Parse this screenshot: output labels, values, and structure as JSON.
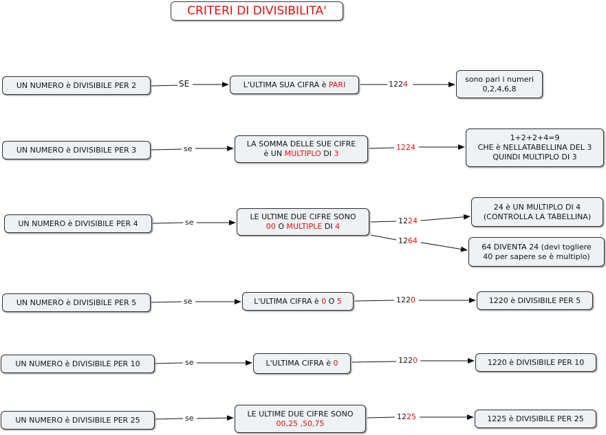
{
  "title": "CRITERI DI DIVISIBILITA'",
  "colors": {
    "highlight": "#e01010",
    "node_fill": "#eef2f4",
    "node_border": "#2b2b2b"
  },
  "rows": [
    {
      "rule": "UN NUMERO è DIVISIBILE PER 2",
      "connector": "SE",
      "condition": {
        "l1a": "L'ULTIMA SUA CIFRA è ",
        "l1b": "PARI"
      },
      "examples": [
        {
          "label_a": "122",
          "label_b": "4",
          "result": [
            "sono pari i numeri",
            "0,2,4,6,8"
          ]
        }
      ]
    },
    {
      "rule": "UN NUMERO è DIVISIBILE PER 3",
      "connector": "se",
      "condition": {
        "l1": "LA SOMMA DELLE SUE CIFRE",
        "l2a": "è UN ",
        "l2b": "MULTIPLO",
        "l2c": " DI ",
        "l2d": "3"
      },
      "examples": [
        {
          "label_a": "",
          "label_b": "1224",
          "result": [
            "1+2+2+4=9",
            "CHE è NELLATABELLINA DEL 3",
            "QUINDI MULTIPLO DI 3"
          ]
        }
      ]
    },
    {
      "rule": "UN NUMERO è DIVISIBILE PER 4",
      "connector": "se",
      "condition": {
        "l1": "LE ULTIME DUE CIFRE SONO",
        "l2a": "00",
        "l2b": " O ",
        "l2c": "MULTIPLE",
        "l2d": " DI ",
        "l2e": "4"
      },
      "examples": [
        {
          "label_a": "12",
          "label_b": "24",
          "result": [
            "24 è UN MULTIPLO DI 4",
            "(CONTROLLA LA TABELLINA)"
          ]
        },
        {
          "label_a": "12",
          "label_b": "64",
          "result": [
            "64 DIVENTA 24 (devi togliere",
            "40 per sapere se è multiplo)"
          ]
        }
      ]
    },
    {
      "rule": "UN NUMERO è DIVISIBILE PER 5",
      "connector": "se",
      "condition": {
        "l1a": "L'ULTIMA CIFRA è ",
        "l1b": "0",
        "l1c": " O ",
        "l1d": "5"
      },
      "examples": [
        {
          "label_a": "122",
          "label_b": "0",
          "result": [
            "1220 è DIVISIBILE PER 5"
          ]
        }
      ]
    },
    {
      "rule": "UN NUMERO è DIVISIBILE PER 10",
      "connector": "se",
      "condition": {
        "l1a": "L'ULTIMA CIFRA è ",
        "l1b": "0"
      },
      "examples": [
        {
          "label_a": "122",
          "label_b": "0",
          "result": [
            "1220 è DIVISIBILE PER 10"
          ]
        }
      ]
    },
    {
      "rule": "UN NUMERO è DIVISIBILE PER 25",
      "connector": "se",
      "condition": {
        "l1": "LE ULTIME DUE CIFRE SONO",
        "l2": "00,25 ,50,75"
      },
      "examples": [
        {
          "label_a": "12",
          "label_b": "25",
          "result": [
            "1225 è DIVISIBILE PER 25"
          ]
        }
      ]
    }
  ]
}
